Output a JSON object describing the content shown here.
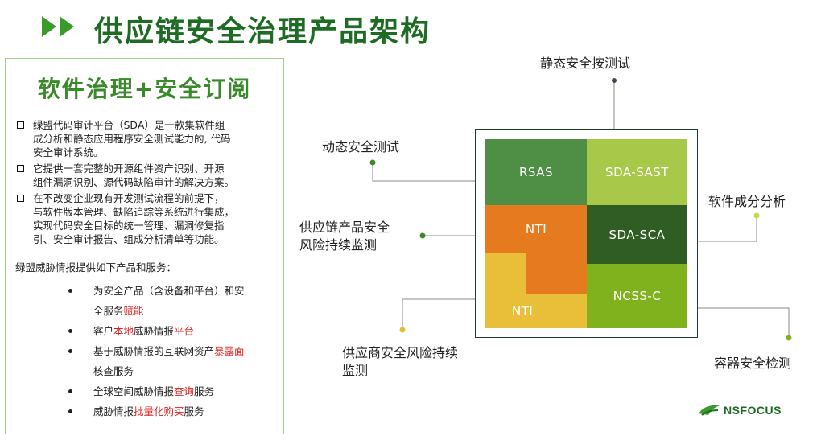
{
  "page": {
    "title": "供应链安全治理产品架构"
  },
  "panel": {
    "heading": "软件治理+安全订阅",
    "bullets": [
      {
        "lines": [
          "绿盟代码审计平台（SDA）是一款集软件组",
          "成分析和静态应用程序安全测试能力的, 代码",
          "安全审计系统。"
        ]
      },
      {
        "lines": [
          "它提供一套完整的开源组件资产识别、开源",
          "组件漏洞识别、源代码缺陷审计的解决方案。"
        ]
      },
      {
        "lines": [
          "在不改变企业现有开发测试流程的前提下，",
          "与软件版本管理、缺陷追踪等系统进行集成，",
          "实现代码安全目标的统一管理、漏洞修复指",
          "引、安全审计报告、组成分析清单等功能。"
        ]
      }
    ],
    "services_intro": "绿盟威胁情报提供如下产品和服务：",
    "services": [
      {
        "line1": "为安全产品（含设备和平台）和安",
        "line2_pre": "全服务",
        "line2_hl": "赋能"
      },
      {
        "pre": "客户",
        "hl1": "本地",
        "mid": "威胁情报",
        "hl2": "平台"
      },
      {
        "pre": "基于威胁情报的互联网资产",
        "hl": "暴露面",
        "line2": "核查服务"
      },
      {
        "pre": "全球空间威胁情报",
        "hl": "查询",
        "post": "服务"
      },
      {
        "pre": "威胁情报",
        "hl": "批量化购买",
        "post": "服务"
      }
    ]
  },
  "diagram": {
    "cells": {
      "rsas": "RSAS",
      "sda_sast": "SDA-SAST",
      "nti_top": "NTI",
      "sda_sca": "SDA-SCA",
      "nti_bottom": "NTI",
      "ncss_c": "NCSS-C"
    },
    "labels": {
      "static_test": "静态安全按测试",
      "dynamic_test": "动态安全测试",
      "component_analysis": "软件成分分析",
      "supply_chain_line1": "供应链产品安全",
      "supply_chain_line2": "风险持续监测",
      "supplier_line1": "供应商安全风险持续",
      "supplier_line2": "监测",
      "container": "容器安全检测"
    },
    "colors": {
      "rsas": "#4f8f45",
      "sda_sast": "#a8c84a",
      "nti_top": "#e57a1f",
      "sda_sca": "#2f5d23",
      "nti_bottom": "#e9bf3a",
      "ncss_c": "#7fb21c"
    }
  },
  "logo": {
    "text": "NSFOCUS"
  }
}
